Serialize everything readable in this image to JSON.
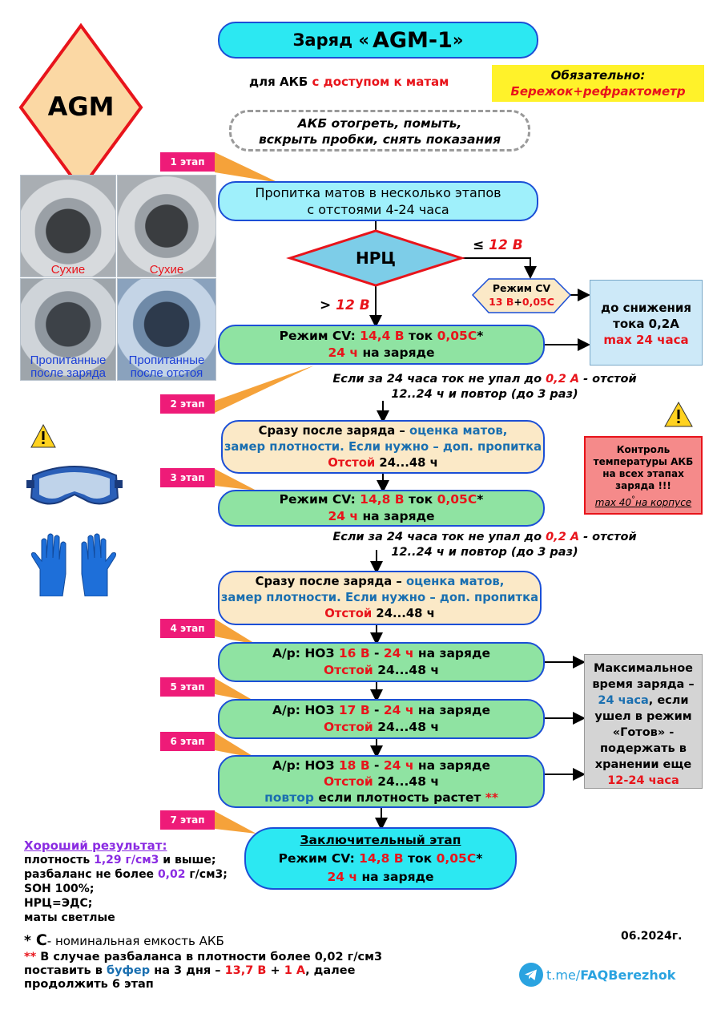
{
  "title": {
    "prefix": "Заряд «",
    "name": "AGM-1",
    "suffix": "»"
  },
  "logo": {
    "text": "AGM"
  },
  "subtitle": {
    "part1": "для АКБ ",
    "part2": "с доступом к матам"
  },
  "mandatory": {
    "line1": "Обязательно:",
    "line2": "Бережок+рефрактометр"
  },
  "prep_note": {
    "line1": "АКБ отогреть, помыть,",
    "line2": "вскрыть пробки, снять показания"
  },
  "photos": [
    {
      "caption_line1": "Сухие",
      "caption_line2": ""
    },
    {
      "caption_line1": "Сухие",
      "caption_line2": ""
    },
    {
      "caption_line1": "Пропитанные",
      "caption_line2": "после заряда"
    },
    {
      "caption_line1": "Пропитанные",
      "caption_line2": "после отстоя"
    }
  ],
  "stages": [
    "1 этап",
    "2 этап",
    "3 этап",
    "4 этап",
    "5 этап",
    "6 этап",
    "7 этап"
  ],
  "step1": {
    "line1": "Пропитка матов в несколько этапов",
    "line2": "с отстоями 4-24 часа"
  },
  "decision": {
    "label": "НРЦ",
    "branch_low_sign": "≤ ",
    "branch_low_value": "12 В",
    "branch_high_sign": "> ",
    "branch_high_value": "12 В"
  },
  "cv_box": {
    "title": "Режим CV",
    "value1": "13 В",
    "plus": "+",
    "value2": "0,05С"
  },
  "until_box": {
    "line1": "до снижения",
    "line2": "тока 0,2А",
    "line3": "max 24 часа"
  },
  "step_cv1": {
    "l1a": "Режим CV: ",
    "l1b": "14,4 В",
    "l1c": "   ток ",
    "l1d": "0,05С",
    "l1e": "*",
    "l2a": "24 ч",
    "l2b": " на заряде"
  },
  "note1": {
    "a": "Если за 24 часа ток не упал до ",
    "b": "0,2 А",
    "c": " - отстой",
    "line2": "12..24 ч и повтор (до 3 раз)"
  },
  "step_check1": {
    "l1a": "Сразу после заряда – ",
    "l1b": "оценка матов,",
    "l2": "замер плотности. Если нужно – доп. пропитка",
    "l3a": "Отстой",
    "l3b": " 24...48 ч"
  },
  "temp_box": {
    "line1": "Контроль",
    "line2": "температуры АКБ",
    "line3": "на всех этапах",
    "line4": "заряда !!!",
    "line5a": "max 40",
    "line5b": "°",
    "line5c": "на корпусе"
  },
  "step_cv2": {
    "l1a": "Режим CV: ",
    "l1b": "14,8 В",
    "l1c": "   ток ",
    "l1d": "0,05С",
    "l1e": "*",
    "l2a": "24 ч",
    "l2b": " на заряде"
  },
  "note2": {
    "a": "Если за 24 часа ток не упал до ",
    "b": "0,2 А",
    "c": " - отстой",
    "line2": "12..24 ч и повтор (до 3 раз)"
  },
  "step_check2": {
    "l1a": "Сразу после заряда – ",
    "l1b": "оценка матов,",
    "l2": "замер плотности. Если нужно – доп. пропитка",
    "l3a": "Отстой",
    "l3b": " 24...48 ч"
  },
  "step4": {
    "l1a": "А/р: НОЗ ",
    "l1b": "16 В",
    "l1c": " - ",
    "l1d": "24 ч",
    "l1e": " на заряде",
    "l2a": "Отстой",
    "l2b": " 24...48 ч"
  },
  "step5": {
    "l1a": "А/р: НОЗ ",
    "l1b": "17 В",
    "l1c": " - ",
    "l1d": "24 ч",
    "l1e": " на заряде",
    "l2a": "Отстой",
    "l2b": " 24...48 ч"
  },
  "step6": {
    "l1a": "А/р: НОЗ ",
    "l1b": "18 В",
    "l1c": " - ",
    "l1d": "24 ч",
    "l1e": " на заряде",
    "l2a": "Отстой",
    "l2b": " 24...48 ч",
    "l3a": "повтор",
    "l3b": " если плотность растет ",
    "l3c": "**"
  },
  "max_box": {
    "line1": "Максимальное",
    "line2": "время заряда –",
    "line3a": "24 часа",
    "line3b": ", если",
    "line4": "ушел в режим",
    "line5": "«Готов» -",
    "line6": "подержать в",
    "line7": "хранении еще",
    "line8": "12-24 часа"
  },
  "final": {
    "title": "Заключительный этап",
    "l2a": "Режим CV: ",
    "l2b": "14,8 В",
    "l2c": "   ток ",
    "l2d": "0,05С",
    "l2e": "*",
    "l3a": "24 ч",
    "l3b": " на заряде"
  },
  "good": {
    "title": "Хороший результат:",
    "l1a": "плотность ",
    "l1b": "1,29 г/см3",
    "l1c": " и выше;",
    "l2a": "разбаланс не более ",
    "l2b": "0,02",
    "l2c": " г/см3;",
    "l3": "SOH 100%;",
    "l4": "НРЦ=ЭДС;",
    "l5": "маты светлые"
  },
  "footnote1": {
    "star": "* ",
    "c": "С",
    "text": "- номинальная емкость АКБ"
  },
  "footnote2": {
    "star": "** ",
    "l1": "В случае разбаланса в плотности более 0,02 г/см3",
    "l2a": "поставить в ",
    "l2b": "буфер",
    "l2c": " на 3 дня – ",
    "l2d": "13,7 В",
    "l2e": " + ",
    "l2f": "1 А",
    "l2g": ", далее",
    "l3": "продолжить 6 этап"
  },
  "date": "06.2024г.",
  "link": {
    "prefix": "t.me/",
    "name": "FAQBerezhok"
  },
  "colors": {
    "cyan": "#9ff0fb",
    "green": "#8fe3a2",
    "cream": "#fbe9c7",
    "stage": "#ee1b78",
    "red": "#e8141b",
    "blue": "#1a6fb0",
    "border": "#1b4fd6"
  },
  "icons": [
    "warning-icon",
    "goggles-icon",
    "gloves-icon",
    "telegram-icon"
  ]
}
